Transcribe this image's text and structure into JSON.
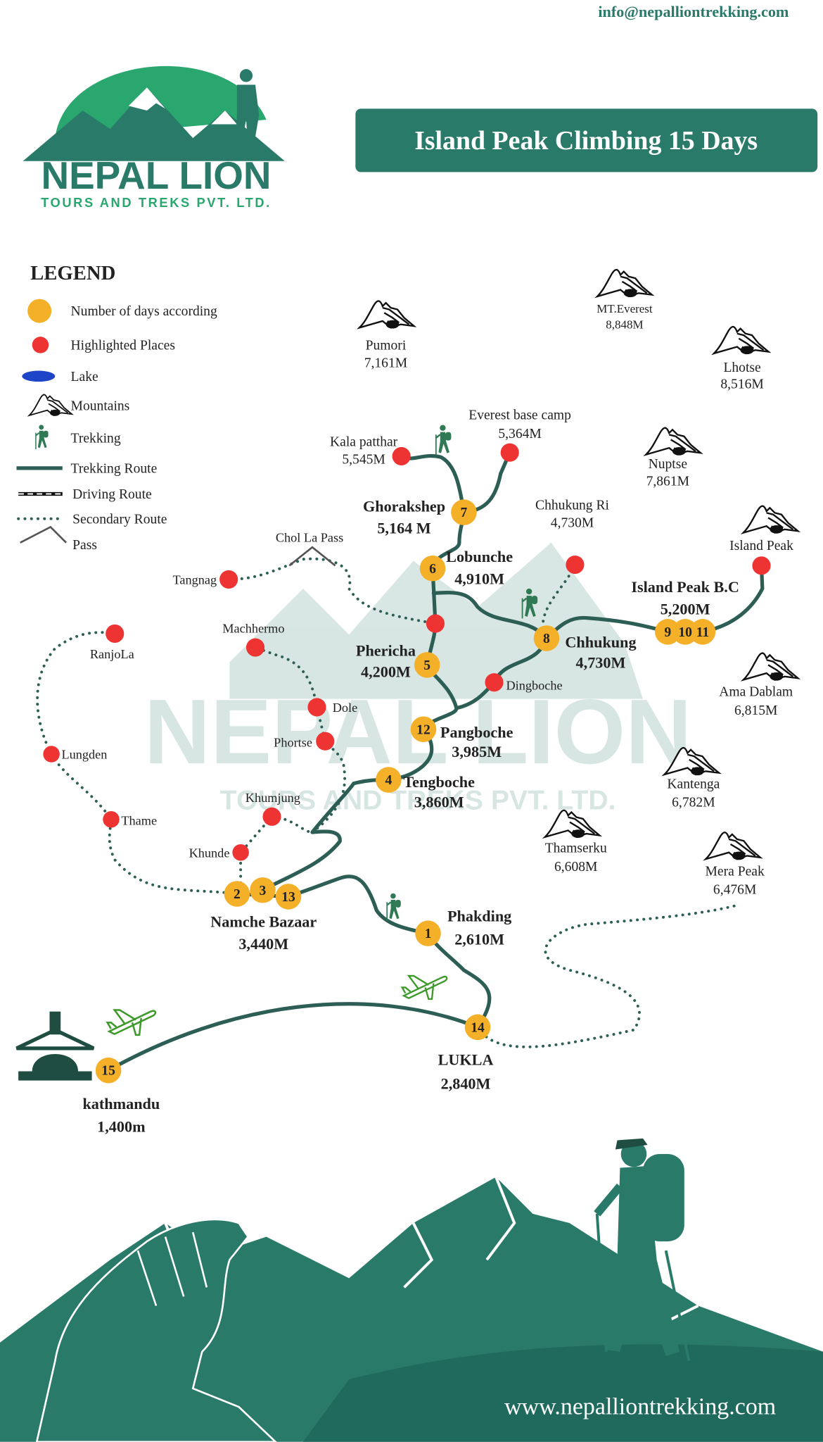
{
  "header": {
    "email": "info@nepalliontrekking.com",
    "title": "Island Peak Climbing 15 Days"
  },
  "logo": {
    "name": "NEPAL LION",
    "tagline": "TOURS AND TREKS PVT. LTD."
  },
  "legend": {
    "title": "LEGEND",
    "items": [
      "Number of days according",
      "Highlighted Places",
      "Lake",
      "Mountains",
      "Trekking",
      "Trekking Route",
      "Driving Route",
      "Secondary Route",
      "Pass"
    ]
  },
  "colors": {
    "teal": "#2a7a6a",
    "route": "#2d5e55",
    "day": "#f5b02a",
    "highlight": "#ee3333",
    "lake": "#1e44c8"
  },
  "mountains": [
    {
      "name": "Pumori",
      "alt": "7,161M"
    },
    {
      "name": "MT.Everest",
      "alt": "8,848M"
    },
    {
      "name": "Lhotse",
      "alt": "8,516M"
    },
    {
      "name": "Nuptse",
      "alt": "7,861M"
    },
    {
      "name": "Island Peak",
      "alt": ""
    },
    {
      "name": "Ama Dablam",
      "alt": "6,815M"
    },
    {
      "name": "Kantenga",
      "alt": "6,782M"
    },
    {
      "name": "Thamserku",
      "alt": "6,608M"
    },
    {
      "name": "Mera Peak",
      "alt": "6,476M"
    }
  ],
  "stops": {
    "kathmandu": {
      "name": "kathmandu",
      "alt": "1,400m",
      "days": "15"
    },
    "lukla": {
      "name": "LUKLA",
      "alt": "2,840M",
      "days": "14"
    },
    "phakding": {
      "name": "Phakding",
      "alt": "2,610M",
      "days": "1"
    },
    "namche": {
      "name": "Namche Bazaar",
      "alt": "3,440M",
      "days": [
        "2",
        "3",
        "13"
      ]
    },
    "tengboche": {
      "name": "Tengboche",
      "alt": "3,860M",
      "days": "4"
    },
    "pangboche": {
      "name": "Pangboche",
      "alt": "3,985M",
      "days": "12"
    },
    "phericha": {
      "name": "Phericha",
      "alt": "4,200M",
      "days": "5"
    },
    "lobunche": {
      "name": "Lobunche",
      "alt": "4,910M",
      "days": "6"
    },
    "ghorakshep": {
      "name": "Ghorakshep",
      "alt": "5,164 M",
      "days": "7"
    },
    "chhukung": {
      "name": "Chhukung",
      "alt": "4,730M",
      "days": "8"
    },
    "islandbc": {
      "name": "Island Peak B.C",
      "alt": "5,200M",
      "days": [
        "9",
        "10",
        "11"
      ]
    }
  },
  "places": {
    "kala": {
      "name": "Kala patthar",
      "alt": "5,545M"
    },
    "ebc": {
      "name": "Everest base camp",
      "alt": "5,364M"
    },
    "chhukungri": {
      "name": "Chhukung Ri",
      "alt": "4,730M"
    },
    "dingboche": "Dingboche",
    "dole": "Dole",
    "phortse": "Phortse",
    "khumjung": "Khumjung",
    "khunde": "Khunde",
    "thame": "Thame",
    "lungden": "Lungden",
    "ranjola": "RanjoLa",
    "machhermo": "Machhermo",
    "tangnag": "Tangnag",
    "chola": "Chol La Pass"
  },
  "footer": {
    "website": "www.nepalliontrekking.com"
  }
}
